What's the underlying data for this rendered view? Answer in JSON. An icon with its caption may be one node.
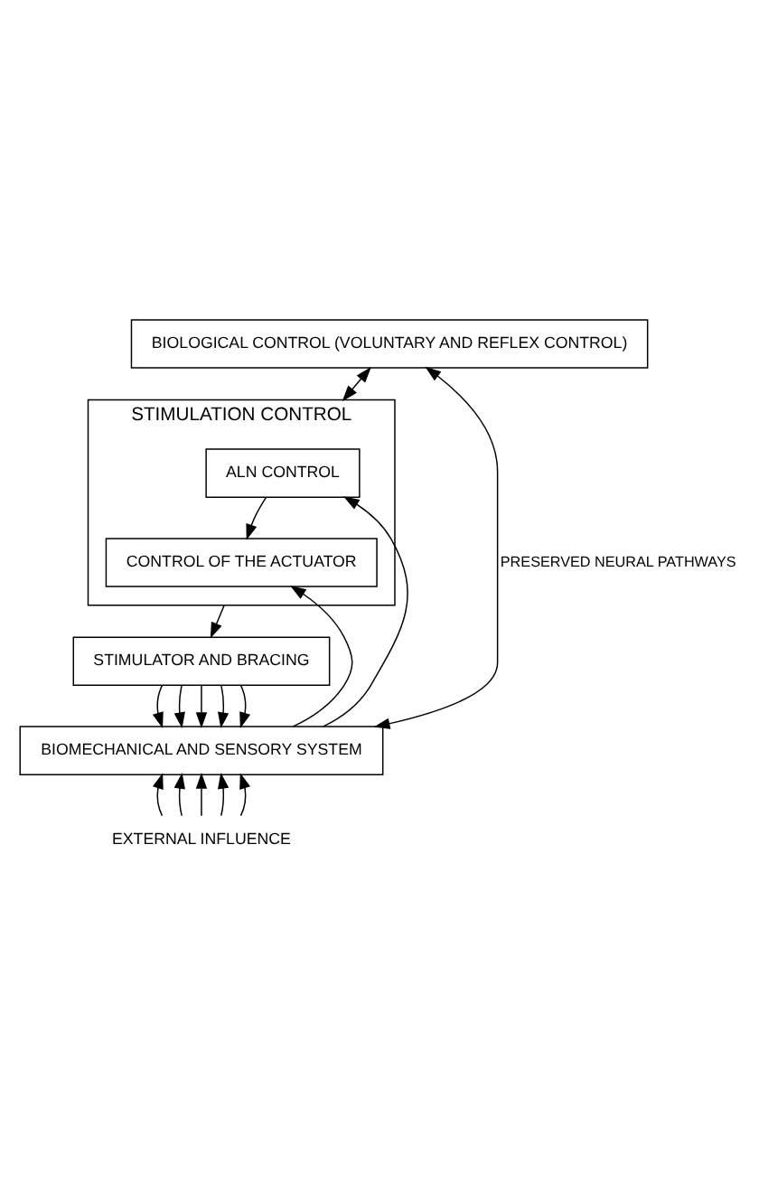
{
  "diagram": {
    "nodes": [
      {
        "text": [
          "BIOLOGICAL CONTROL (VOLUNTARY AND REFLEX CONTROL)"
        ]
      },
      {
        "text": [
          "STIMULATION CONTROL"
        ]
      },
      {
        "text": [
          "ALN CONTROL"
        ],
        "in": 1
      },
      {
        "text": [
          "CONTROL OF THE ACTUATOR"
        ],
        "in": 1
      },
      {
        "text": [
          "STIMULATOR AND BRACING"
        ]
      },
      {
        "text": [
          "BIOMECHANICAL AND SENSORY SYSTEM"
        ]
      },
      {
        "text": [
          "EXTERNAL INFLUENCE"
        ]
      }
    ],
    "edges": [
      {
        "from": 0,
        "to": 1,
        "arrow": "both"
      },
      {
        "from": 2,
        "to": 3,
        "arrow": "to"
      },
      {
        "from": 1,
        "to": 4,
        "arrow": "to"
      },
      {
        "from": 4,
        "to": 5,
        "arrow": "to"
      },
      {
        "from": 4,
        "to": 5,
        "arrow": "to"
      },
      {
        "from": 4,
        "to": 5,
        "arrow": "to"
      },
      {
        "from": 4,
        "to": 5,
        "arrow": "to"
      },
      {
        "from": 4,
        "to": 5,
        "arrow": "to"
      },
      {
        "from": 5,
        "to": 2,
        "arrow": "to"
      },
      {
        "from": 5,
        "to": 3,
        "arrow": "to"
      },
      {
        "from": 0,
        "to": 5,
        "arrow": "both",
        "label": "PRESERVED NEURAL PATHWAYS"
      },
      {
        "from": 6,
        "to": 5,
        "arrow": "to"
      },
      {
        "from": 6,
        "to": 5,
        "arrow": "to"
      },
      {
        "from": 6,
        "to": 5,
        "arrow": "to"
      },
      {
        "from": 6,
        "to": 5,
        "arrow": "to"
      },
      {
        "from": 6,
        "to": 5,
        "arrow": "to"
      }
    ]
  }
}
